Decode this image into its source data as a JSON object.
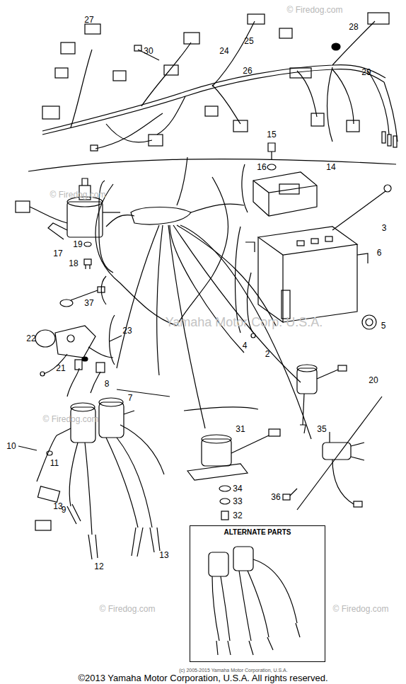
{
  "diagram": {
    "caption": "©2013 Yamaha Motor Corporation, U.S.A. All rights reserved.",
    "nodes": [
      {
        "text": [
          "ALTERNATE PARTS"
        ]
      }
    ],
    "labels": [
      "27",
      "30",
      "24",
      "25",
      "26",
      "28",
      "29",
      "15",
      "16",
      "14",
      "3",
      "6",
      "17",
      "19",
      "18",
      "37",
      "23",
      "22",
      "21",
      "4",
      "5",
      "2",
      "20",
      "8",
      "7",
      "10",
      "11",
      "9",
      "13",
      "12",
      "13",
      "31",
      "34",
      "33",
      "32",
      "35",
      "36",
      "© Firedog.com",
      "© Firedog.com",
      "© Firedog.com",
      "© Firedog.com",
      "© Firedog.com",
      "Yamaha Motor Corp. U.S.A.",
      "(c) 2005-2015 Yamaha Motor Corporation, U.S.A."
    ]
  }
}
